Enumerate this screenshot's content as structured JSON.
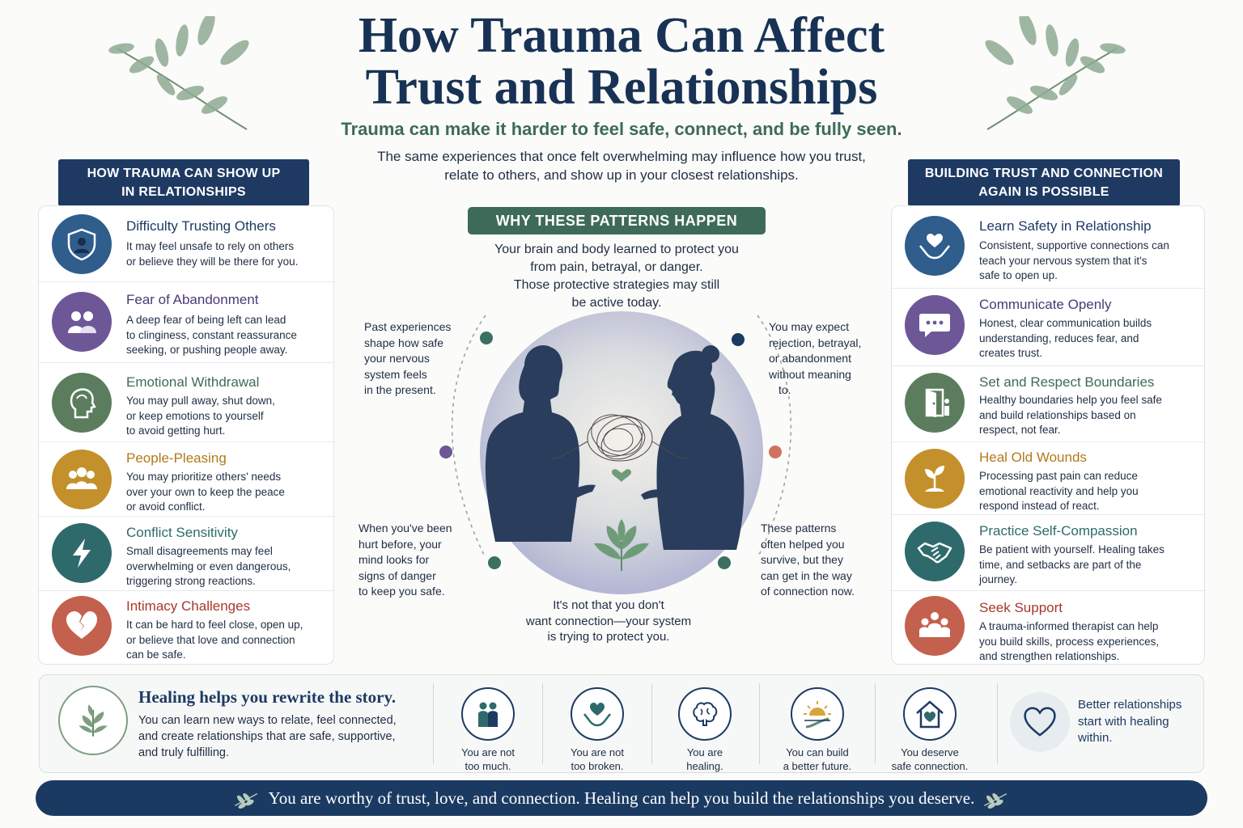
{
  "header": {
    "title_line1": "How Trauma Can Affect",
    "title_line2": "Trust and Relationships",
    "tagline": "Trauma can make it harder to feel safe, connect, and be fully seen.",
    "intro_line1": "The same experiences that once felt overwhelming may influence how you trust,",
    "intro_line2": "relate to others, and show up in your closest relationships."
  },
  "left": {
    "header_line1": "HOW TRAUMA CAN SHOW UP",
    "header_line2": "IN RELATIONSHIPS",
    "items": [
      {
        "title": "Difficulty Trusting Others",
        "desc": [
          "It may feel unsafe to rely on others",
          "or believe they will be there for you."
        ],
        "color": "#2f5d8c",
        "icon": "shield-person-icon"
      },
      {
        "title": "Fear of Abandonment",
        "desc": [
          "A deep fear of being left can lead",
          "to clinginess, constant reassurance",
          "seeking, or pushing people away."
        ],
        "color": "#6d5796",
        "icon": "two-people-icon"
      },
      {
        "title": "Emotional Withdrawal",
        "desc": [
          "You may pull away, shut down,",
          "or keep emotions to yourself",
          "to avoid getting hurt."
        ],
        "color": "#5b7d5e",
        "icon": "head-profile-icon"
      },
      {
        "title": "People-Pleasing",
        "desc": [
          "You may prioritize others' needs",
          "over your own to keep the peace",
          "or avoid conflict."
        ],
        "color": "#c3902b",
        "icon": "group-icon"
      },
      {
        "title": "Conflict Sensitivity",
        "desc": [
          "Small disagreements may feel",
          "overwhelming or even dangerous,",
          "triggering strong reactions."
        ],
        "color": "#2e6a6c",
        "icon": "lightning-icon"
      },
      {
        "title": "Intimacy Challenges",
        "desc": [
          "It can be hard to feel close, open up,",
          "or believe that love and connection",
          "can be safe."
        ],
        "color": "#c4604e",
        "icon": "broken-heart-icon"
      }
    ]
  },
  "right": {
    "header_line1": "BUILDING TRUST AND CONNECTION",
    "header_line2": "AGAIN IS POSSIBLE",
    "items": [
      {
        "title": "Learn Safety in Relationship",
        "desc": [
          "Consistent, supportive connections can",
          "teach your nervous system that it's",
          "safe to open up."
        ],
        "color": "#2f5d8c",
        "icon": "hands-heart-icon"
      },
      {
        "title": "Communicate Openly",
        "desc": [
          "Honest, clear communication builds",
          "understanding, reduces fear, and",
          "creates trust."
        ],
        "color": "#6d5796",
        "icon": "speech-bubble-icon"
      },
      {
        "title": "Set and Respect Boundaries",
        "desc": [
          "Healthy boundaries help you feel safe",
          "and build relationships based on",
          "respect, not fear."
        ],
        "color": "#5b7d5e",
        "icon": "door-icon"
      },
      {
        "title": "Heal Old Wounds",
        "desc": [
          "Processing past pain can reduce",
          "emotional reactivity and help you",
          "respond instead of react."
        ],
        "color": "#c3902b",
        "icon": "sprout-icon"
      },
      {
        "title": "Practice Self-Compassion",
        "desc": [
          "Be patient with yourself. Healing takes",
          "time, and setbacks are part of the",
          "journey."
        ],
        "color": "#2e6a6c",
        "icon": "handshake-icon"
      },
      {
        "title": "Seek Support",
        "desc": [
          "A trauma-informed therapist can help",
          "you build skills, process experiences,",
          "and strengthen relationships."
        ],
        "color": "#c4604e",
        "icon": "support-group-icon"
      }
    ]
  },
  "middle": {
    "badge": "WHY THESE PATTERNS HAPPEN",
    "lead": [
      "Your brain and body learned to protect you",
      "from pain, betrayal, or danger.",
      "Those protective strategies may still",
      "be active today."
    ],
    "note_tl": [
      "Past experiences",
      "shape how safe",
      "your nervous",
      "system feels",
      "in the present."
    ],
    "note_tr": [
      "You may expect",
      "rejection, betrayal,",
      "or abandonment",
      "without meaning",
      "to."
    ],
    "note_bl": [
      "When you've been",
      "hurt before, your",
      "mind looks for",
      "signs of danger",
      "to keep you safe."
    ],
    "note_br": [
      "These patterns",
      "often helped you",
      "survive, but they",
      "can get in the way",
      "of connection now."
    ],
    "footer": [
      "It's not that you don't",
      "want connection—your system",
      "is trying to protect you."
    ]
  },
  "strip": {
    "title": "Healing helps you rewrite the story.",
    "desc": [
      "You can learn new ways to relate, feel connected,",
      "and create relationships that are safe, supportive,",
      "and truly fulfilling."
    ],
    "affirmations": [
      {
        "text": [
          "You are not",
          "too much."
        ],
        "icon": "people-pair-icon"
      },
      {
        "text": [
          "You are not",
          "too broken."
        ],
        "icon": "hands-heart-icon"
      },
      {
        "text": [
          "You are",
          "healing."
        ],
        "icon": "brain-icon"
      },
      {
        "text": [
          "You can build",
          "a better future."
        ],
        "icon": "sunrise-path-icon"
      },
      {
        "text": [
          "You deserve",
          "safe connection."
        ],
        "icon": "house-heart-icon"
      }
    ],
    "closing": [
      "Better relationships",
      "start with healing",
      "within."
    ]
  },
  "banner": "You are worthy of trust, love, and connection. Healing can help you build the relationships you deserve."
}
